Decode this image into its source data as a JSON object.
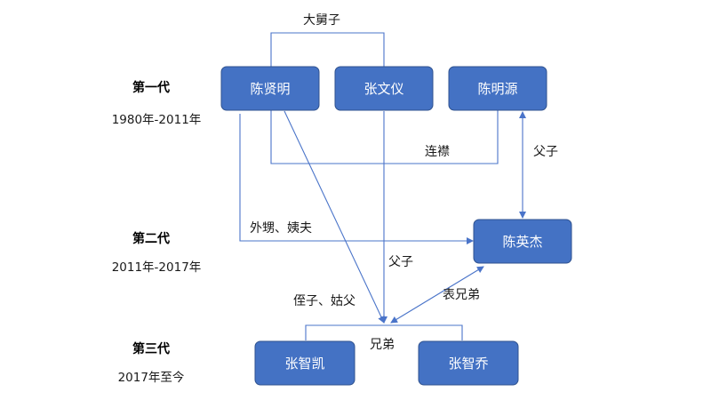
{
  "generations": [
    {
      "title": "第一代",
      "years": "1980年-2011年"
    },
    {
      "title": "第二代",
      "years": "2011年-2017年"
    },
    {
      "title": "第三代",
      "years": "2017年至今"
    }
  ],
  "nodes": {
    "chen_xianming": "陈贤明",
    "zhang_wenyi": "张文仪",
    "chen_mingyuan": "陈明源",
    "chen_yingjie": "陈英杰",
    "zhang_zhikai": "张智凯",
    "zhang_zhiqiao": "张智乔"
  },
  "relations": {
    "da_jiu_zi": "大舅子",
    "lian_jin": "连襟",
    "fu_zi_top": "父子",
    "wai_sheng_yi_fu": "外甥、姨夫",
    "fu_zi_middle": "父子",
    "biao_xiong_di": "表兄弟",
    "zhi_zi_gu_fu": "侄子、姑父",
    "xiong_di": "兄弟"
  },
  "colors": {
    "node_fill": "#4472c4",
    "line": "#4a74c9"
  }
}
